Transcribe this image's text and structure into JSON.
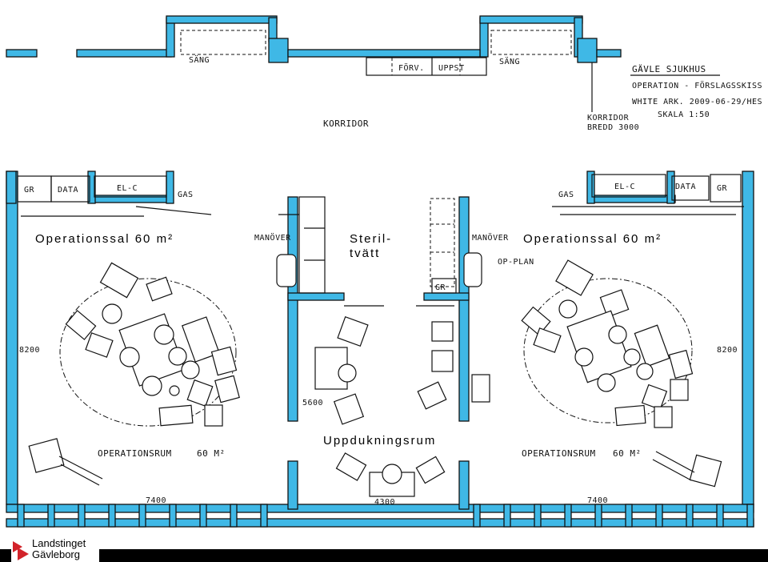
{
  "room_labels": {
    "or_left": "Operationssal 60 m²",
    "or_right": "Operationssal 60 m²",
    "sterile_line1": "Steril-",
    "sterile_line2": "tvätt",
    "prep": "Uppdukningsrum"
  },
  "sketch_labels": {
    "sang_left": "SÄNG",
    "sang_right": "SÄNG",
    "forv": "FÖRV.",
    "uppst": "UPPST",
    "korridor": "KORRIDOR",
    "korridor_bredd_1": "KORRIDOR",
    "korridor_bredd_2": "BREDD 3000",
    "gr_left": "GR",
    "data_left": "DATA",
    "elc_left": "EL-C",
    "gas_left": "GAS",
    "gr_right": "GR",
    "data_right": "DATA",
    "elc_right": "EL-C",
    "gas_right": "GAS",
    "manover_left": "MANÖVER",
    "manover_right": "MANÖVER",
    "op_plan": "OP-PLAN",
    "gr_mid": "GR",
    "dim_8200_left": "8200",
    "dim_8200_right": "8200",
    "dim_5600": "5600",
    "dim_7400_left": "7400",
    "dim_7400_right": "7400",
    "dim_4300": "4300",
    "oprum_left": "OPERATIONSRUM",
    "oprum_left_area": "60 M²",
    "oprum_right": "OPERATIONSRUM",
    "oprum_right_area": "60 M²"
  },
  "title_block": {
    "line1": "GÄVLE SJUKHUS",
    "line2": "OPERATION - FÖRSLAGSSKISS",
    "line3": "WHITE ARK. 2009-06-29/HES",
    "line4": "SKALA 1:50"
  },
  "logo": {
    "line1": "Landstinget",
    "line2": "Gävleborg",
    "mark": "logo-mark-icon"
  },
  "colors": {
    "wall": "#3fb8e6",
    "line": "#111111"
  }
}
